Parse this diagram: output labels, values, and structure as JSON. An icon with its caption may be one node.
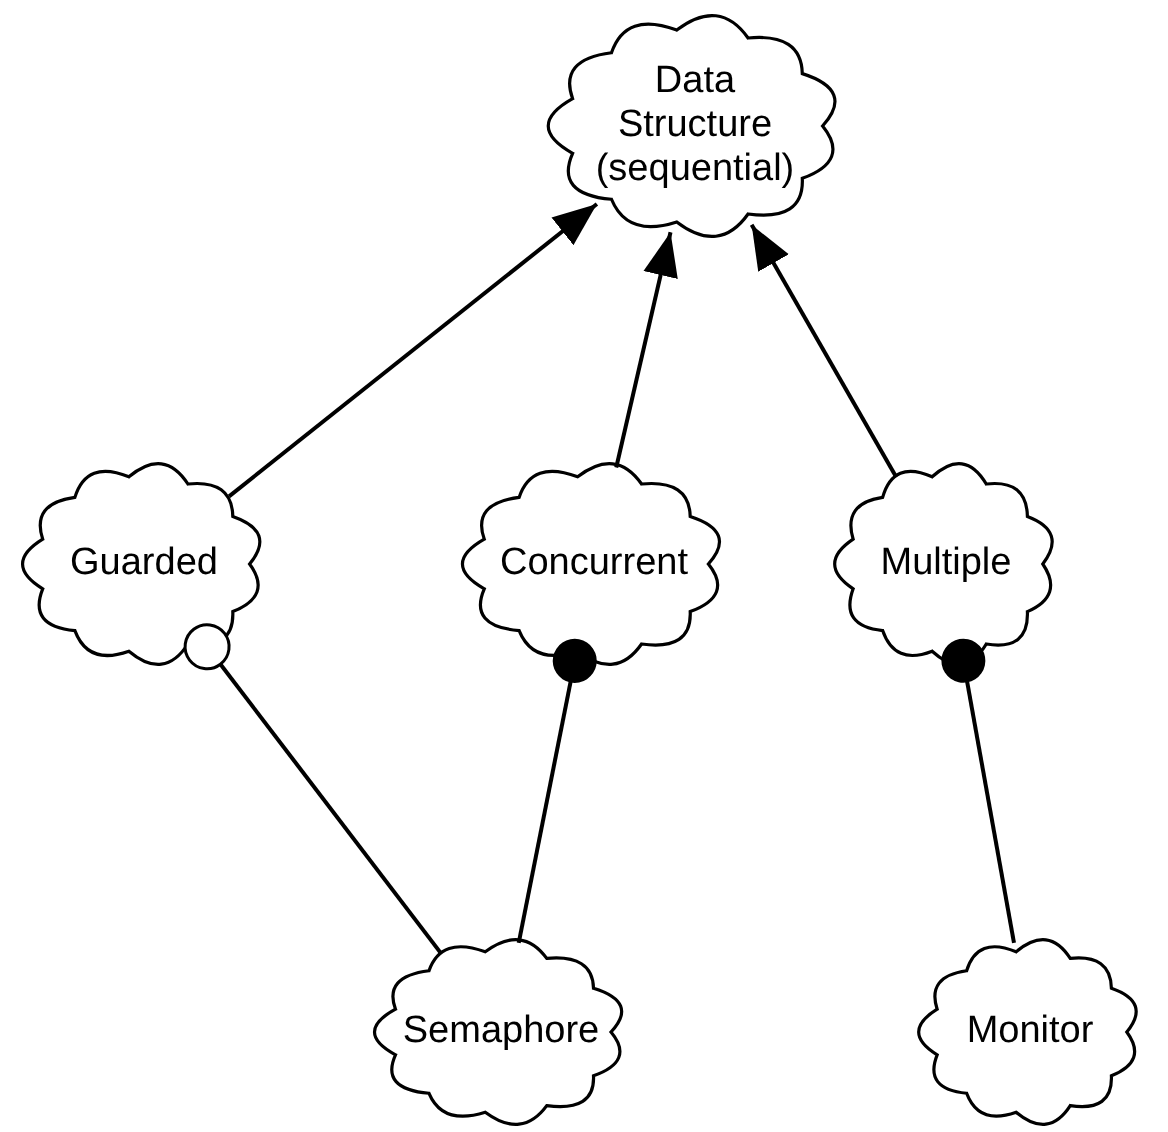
{
  "diagram": {
    "nodes": [
      {
        "text": [
          "Data Structure (sequential)"
        ]
      },
      {
        "text": [
          "Guarded"
        ]
      },
      {
        "text": [
          "Concurrent"
        ]
      },
      {
        "text": [
          "Multiple"
        ]
      },
      {
        "text": [
          "Semaphore"
        ]
      },
      {
        "text": [
          "Monitor"
        ]
      }
    ],
    "edges": [
      {
        "from": 1,
        "to": 0,
        "arrow": "to"
      },
      {
        "from": 2,
        "to": 0,
        "arrow": "to"
      },
      {
        "from": 3,
        "to": 0,
        "arrow": "to"
      },
      {
        "from": 1,
        "to": 4,
        "arrow": "other"
      },
      {
        "from": 2,
        "to": 4,
        "arrow": "other"
      },
      {
        "from": 3,
        "to": 5,
        "arrow": "other"
      }
    ]
  }
}
